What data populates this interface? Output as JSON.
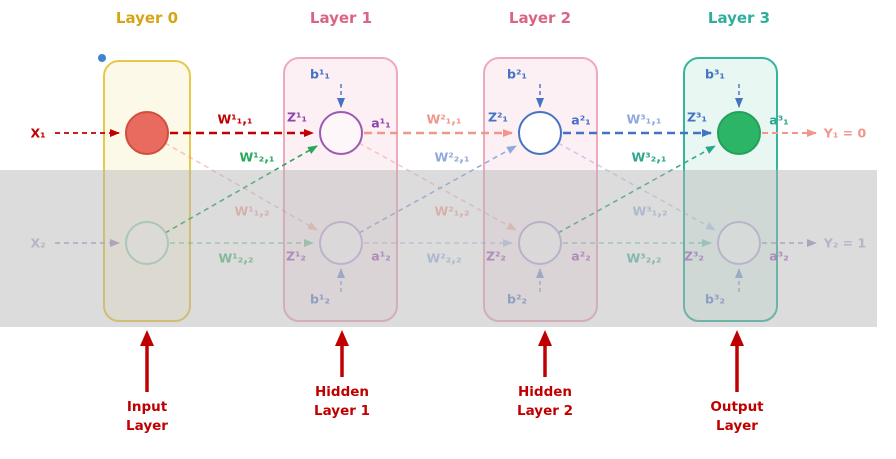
{
  "layers": [
    {
      "title": "Layer 0",
      "annotation": "Input Layer"
    },
    {
      "title": "Layer 1",
      "annotation": "Hidden Layer 1"
    },
    {
      "title": "Layer 2",
      "annotation": "Hidden Layer 2"
    },
    {
      "title": "Layer 3",
      "annotation": "Output Layer"
    }
  ],
  "io": {
    "x1": "X₁",
    "x2": "X₂",
    "y1": "Y₁ = 0",
    "y2": "Y₂ = 1"
  },
  "l1": {
    "w11": "W¹₁,₁",
    "w21": "W¹₂,₁",
    "w12": "W¹₁,₂",
    "w22": "W¹₂,₂",
    "z1": "Z¹₁",
    "a1": "a¹₁",
    "b1": "b¹₁",
    "z2": "Z¹₂",
    "a2": "a¹₂",
    "b2": "b¹₂"
  },
  "l2": {
    "w11": "W²₁,₁",
    "w21": "W²₂,₁",
    "w12": "W²₁,₂",
    "w22": "W²₂,₂",
    "z1": "Z²₁",
    "a1": "a²₁",
    "b1": "b²₁",
    "z2": "Z²₂",
    "a2": "a²₂",
    "b2": "b²₂"
  },
  "l3": {
    "w11": "W³₁,₁",
    "w21": "W³₂,₁",
    "w12": "W³₁,₂",
    "w22": "W³₂,₂",
    "z1": "Z³₁",
    "a1": "a³₁",
    "b1": "b³₁",
    "z2": "Z³₂",
    "a2": "a³₂",
    "b2": "b³₂"
  },
  "colors": {
    "annotation_red": "#c00000",
    "layer0_gold": "#d4a517",
    "layer12_rose": "#d96483",
    "layer3_teal": "#2fae9b",
    "weight1_red": "#c00000",
    "weight1_green": "#27a85c",
    "weight2_salmon": "#f0968a",
    "weight2_lightblue": "#8fa9dc",
    "weight3_blue": "#4472c4",
    "weight3_teal": "#2ba78f",
    "activation_purple": "#8e44ad",
    "bias_blue": "#4472c4",
    "faded_purple": "#a99cc5",
    "input_node_fill": "#e96a5e",
    "output_node_fill": "#2cb567"
  }
}
